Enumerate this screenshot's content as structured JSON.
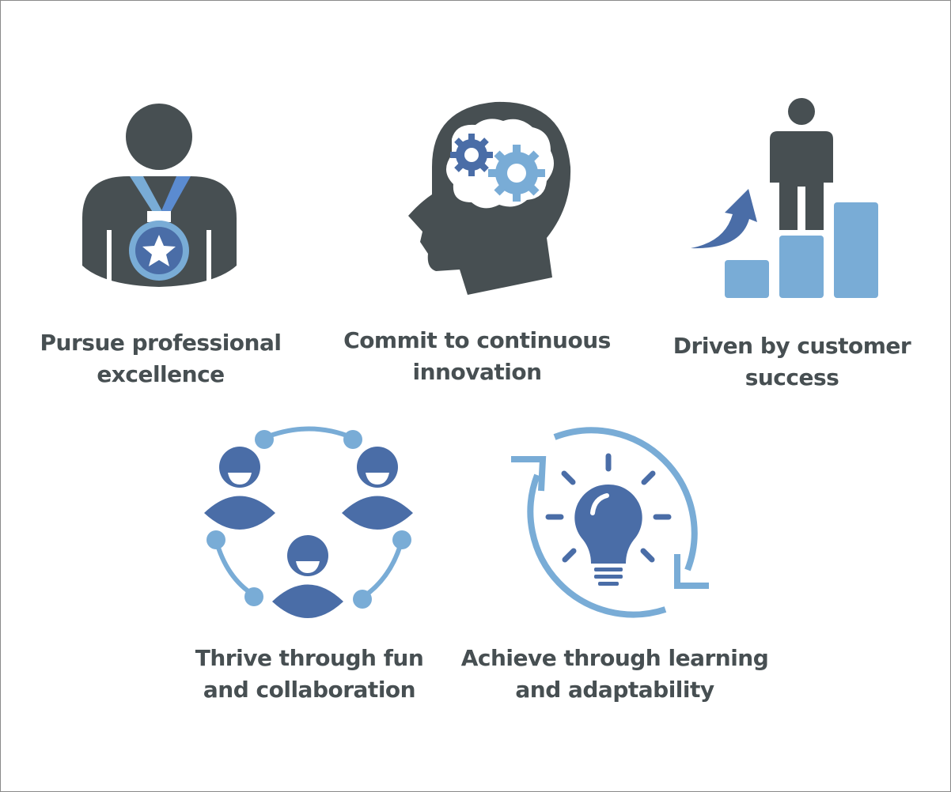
{
  "colors": {
    "dark": "#474f52",
    "blue": "#4a6da7",
    "light_blue": "#79acd6"
  },
  "values": [
    {
      "icon": "medal-person-icon",
      "line1": "Pursue professional",
      "line2": "excellence"
    },
    {
      "icon": "head-gears-icon",
      "line1": "Commit to continuous",
      "line2": "innovation"
    },
    {
      "icon": "person-on-growth-bars-icon",
      "line1": "Driven by customer",
      "line2": "success"
    },
    {
      "icon": "team-circle-icon",
      "line1": "Thrive through fun",
      "line2": "and collaboration"
    },
    {
      "icon": "lightbulb-cycle-icon",
      "line1": "Achieve through learning",
      "line2": "and adaptability"
    }
  ]
}
